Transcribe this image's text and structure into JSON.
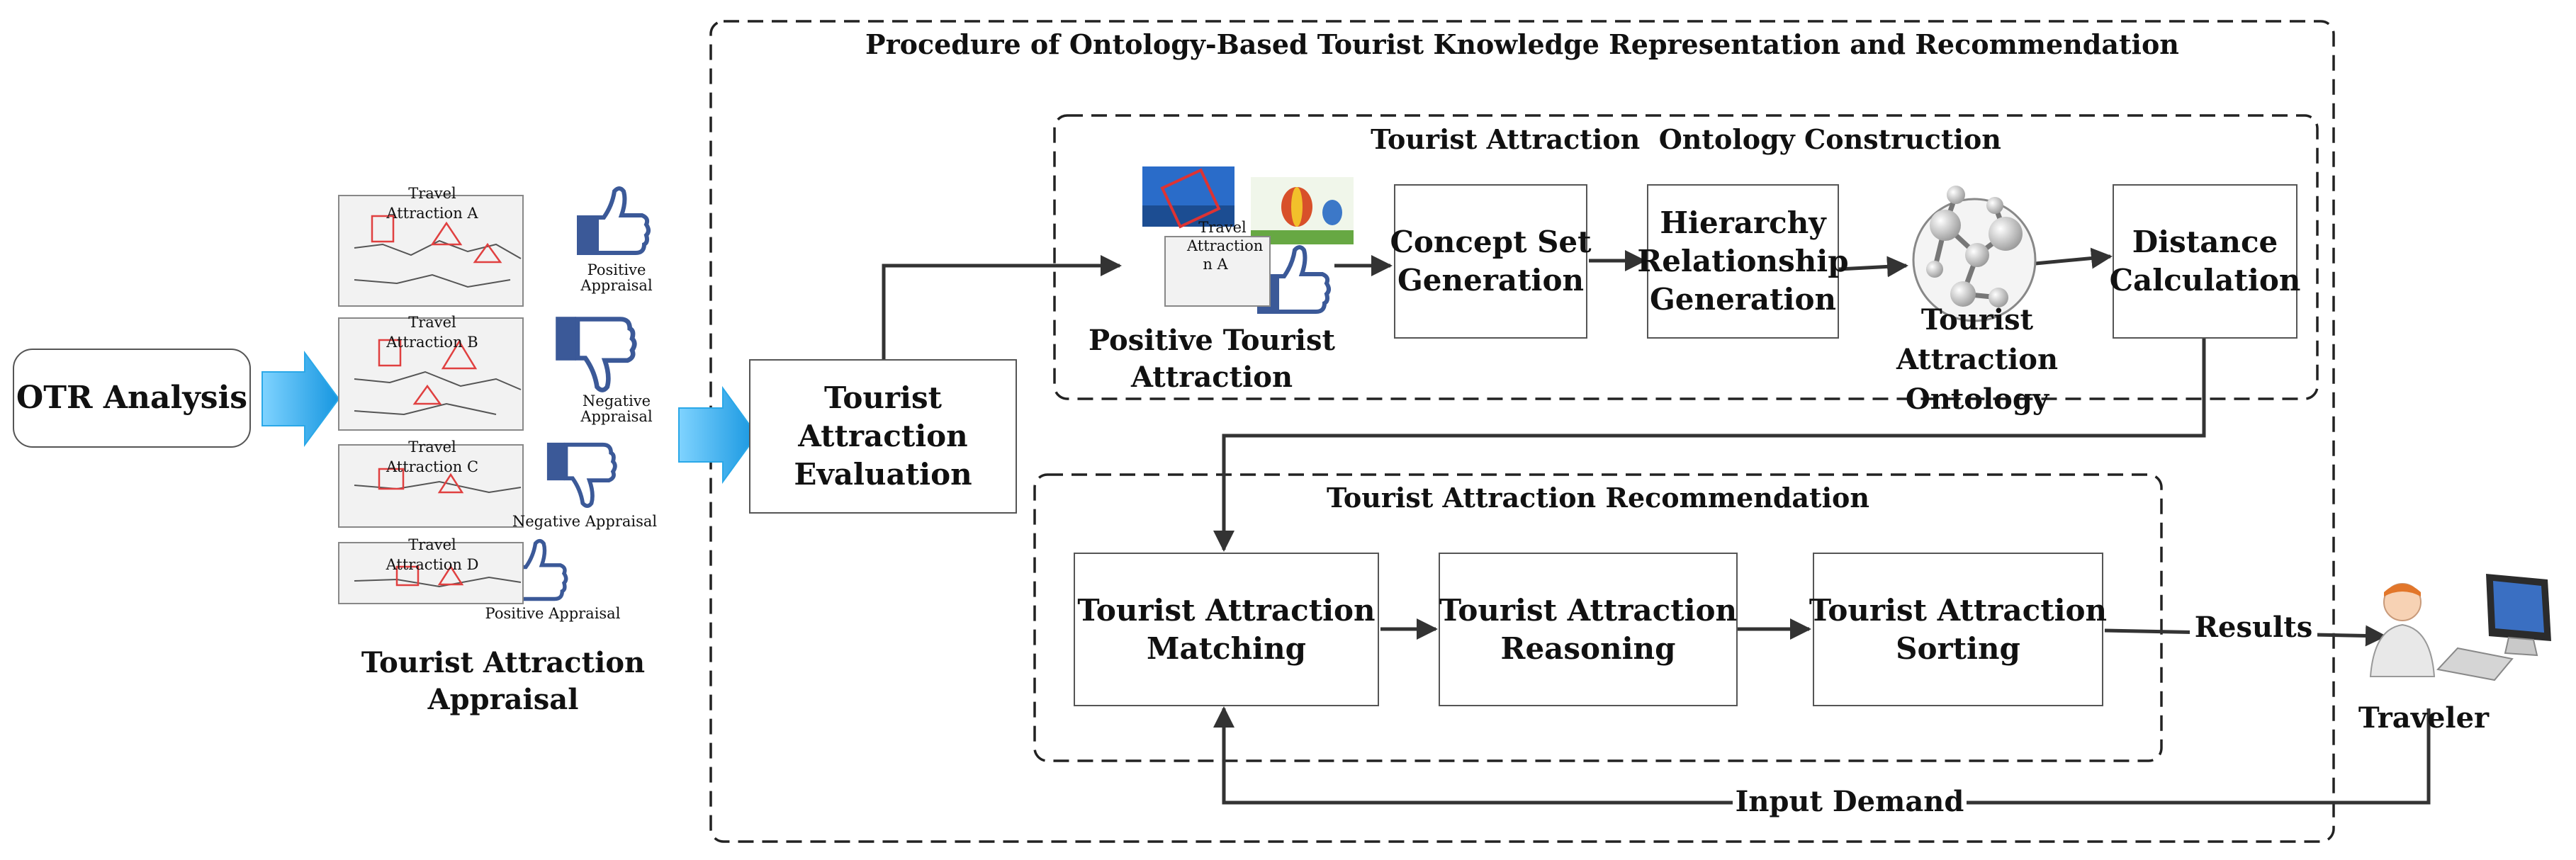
{
  "colors": {
    "stroke": "#333333",
    "box_border": "#555555",
    "arrow_blue": "#2aa8e8",
    "thumb_blue": "#3b5998",
    "card_bg": "#f2f2f2",
    "card_red": "#e04040"
  },
  "otr": {
    "label": "OTR Analysis"
  },
  "appraisal": {
    "title_line1": "Tourist Attraction",
    "title_line2": "Appraisal",
    "cards": [
      {
        "line1": "Travel",
        "line2": "Attraction A",
        "verdict": "Positive\nAppraisal",
        "icon": "thumbs-up-icon"
      },
      {
        "line1": "Travel",
        "line2": "Attraction B",
        "verdict": "Negative\nAppraisal",
        "icon": "thumbs-down-icon"
      },
      {
        "line1": "Travel",
        "line2": "Attraction C",
        "verdict": "Negative Appraisal",
        "icon": "thumbs-down-icon"
      },
      {
        "line1": "Travel",
        "line2": "Attraction D",
        "verdict": "Positive Appraisal",
        "icon": "thumbs-up-icon"
      }
    ]
  },
  "procedure": {
    "title": "Procedure of Ontology-Based Tourist Knowledge Representation and Recommendation",
    "evaluation": "Tourist\nAttraction\nEvaluation"
  },
  "construction": {
    "title": "Tourist Attraction  Ontology Construction",
    "positive_label": "Positive Tourist\nAttraction",
    "mini_card": {
      "line1": "Travel",
      "line2": "Attraction",
      "line3": "n A"
    },
    "concept": "Concept Set\nGeneration",
    "hierarchy": "Hierarchy\nRelationship\nGeneration",
    "ontology_label": "Tourist\nAttraction\nOntology",
    "distance": "Distance\nCalculation"
  },
  "recommendation": {
    "title": "Tourist Attraction Recommendation",
    "matching": "Tourist Attraction\nMatching",
    "reasoning": "Tourist Attraction\nReasoning",
    "sorting": "Tourist Attraction\nSorting"
  },
  "flow": {
    "results": "Results",
    "input_demand": "Input Demand"
  },
  "traveler": {
    "label": "Traveler"
  }
}
